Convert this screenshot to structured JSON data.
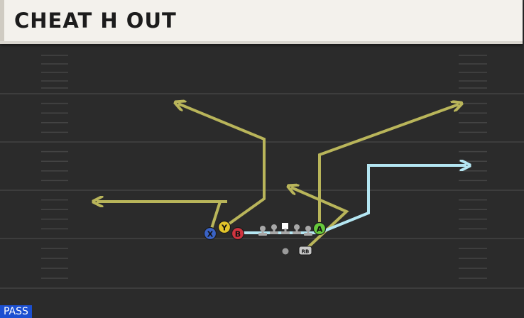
{
  "play": {
    "title": "CHEAT H OUT",
    "type_label": "PASS"
  },
  "players": [
    {
      "label": "X",
      "color": "#3a63c6"
    },
    {
      "label": "Y",
      "color": "#e2c42a"
    },
    {
      "label": "B",
      "color": "#d0343f"
    },
    {
      "label": "A",
      "color": "#66c93c"
    },
    {
      "label": "RB",
      "color": "#c8c8c8"
    }
  ],
  "colors": {
    "route": "#b9b55a",
    "primary_route": "#b4e6f2",
    "field": "#2b2b2b",
    "yard_line": "#3d3d3d",
    "hash": "#4a4a4a"
  }
}
